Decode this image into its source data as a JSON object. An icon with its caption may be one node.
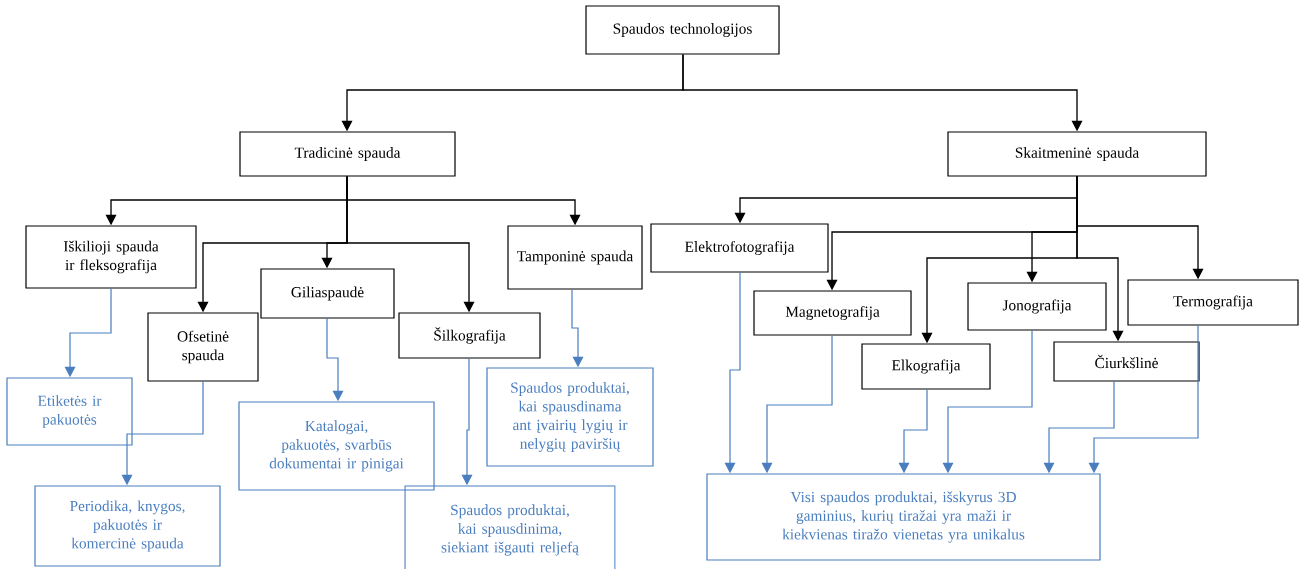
{
  "diagram": {
    "nodes": [
      {
        "text": [
          "Spaudos technologijos"
        ]
      },
      {
        "text": [
          "Tradicinė spauda"
        ]
      },
      {
        "text": [
          "Skaitmeninė spauda"
        ]
      },
      {
        "text": [
          "Iškilioji spauda ir fleksografija"
        ]
      },
      {
        "text": [
          "Ofsetinė spauda"
        ]
      },
      {
        "text": [
          "Giliaspaudė"
        ]
      },
      {
        "text": [
          "Šilkografija"
        ]
      },
      {
        "text": [
          "Tamponinė spauda"
        ]
      },
      {
        "text": [
          "Etiketės ir pakuotės"
        ]
      },
      {
        "text": [
          "Periodika, knygos, pakuotės ir komercinė spauda"
        ]
      },
      {
        "text": [
          "Katalogai, pakuotės, svarbūs dokumentai ir pinigai"
        ]
      },
      {
        "text": [
          "Spaudos produktai, kai spausdinima, siekiant išgauti reljefą"
        ]
      },
      {
        "text": [
          "Spaudos produktai, kai spausdinama ant įvairių lygių ir nelygių paviršių"
        ]
      },
      {
        "text": [
          "Elektrofotografija"
        ]
      },
      {
        "text": [
          "Magnetografija"
        ]
      },
      {
        "text": [
          "Elkografija"
        ]
      },
      {
        "text": [
          "Jonografija"
        ]
      },
      {
        "text": [
          "Čiurkšlinė"
        ]
      },
      {
        "text": [
          "Termografija"
        ]
      },
      {
        "text": [
          "Visi spaudos produktai, išskyrus 3D gaminius, kurių tiražai yra maži ir kiekvienas tiražo vienetas yra unikalus"
        ]
      }
    ],
    "edges": [
      {
        "from": 0,
        "to": 1,
        "arrow": "to"
      },
      {
        "from": 0,
        "to": 2,
        "arrow": "to"
      },
      {
        "from": 1,
        "to": 3,
        "arrow": "to"
      },
      {
        "from": 1,
        "to": 4,
        "arrow": "to"
      },
      {
        "from": 1,
        "to": 5,
        "arrow": "to"
      },
      {
        "from": 1,
        "to": 6,
        "arrow": "to"
      },
      {
        "from": 1,
        "to": 7,
        "arrow": "to"
      },
      {
        "from": 2,
        "to": 13,
        "arrow": "to"
      },
      {
        "from": 2,
        "to": 14,
        "arrow": "to"
      },
      {
        "from": 2,
        "to": 15,
        "arrow": "to"
      },
      {
        "from": 2,
        "to": 16,
        "arrow": "to"
      },
      {
        "from": 2,
        "to": 17,
        "arrow": "to"
      },
      {
        "from": 2,
        "to": 18,
        "arrow": "to"
      },
      {
        "from": 3,
        "to": 8,
        "arrow": "to",
        "color": "#4a7ebf"
      },
      {
        "from": 4,
        "to": 9,
        "arrow": "to",
        "color": "#4a7ebf"
      },
      {
        "from": 5,
        "to": 10,
        "arrow": "to",
        "color": "#4a7ebf"
      },
      {
        "from": 6,
        "to": 11,
        "arrow": "to",
        "color": "#4a7ebf"
      },
      {
        "from": 7,
        "to": 12,
        "arrow": "to",
        "color": "#4a7ebf"
      },
      {
        "from": 13,
        "to": 19,
        "arrow": "to",
        "color": "#4a7ebf"
      },
      {
        "from": 14,
        "to": 19,
        "arrow": "to",
        "color": "#4a7ebf"
      },
      {
        "from": 15,
        "to": 19,
        "arrow": "to",
        "color": "#4a7ebf"
      },
      {
        "from": 16,
        "to": 19,
        "arrow": "to",
        "color": "#4a7ebf"
      },
      {
        "from": 17,
        "to": 19,
        "arrow": "to",
        "color": "#4a7ebf"
      },
      {
        "from": 18,
        "to": 19,
        "arrow": "to",
        "color": "#4a7ebf"
      }
    ]
  }
}
